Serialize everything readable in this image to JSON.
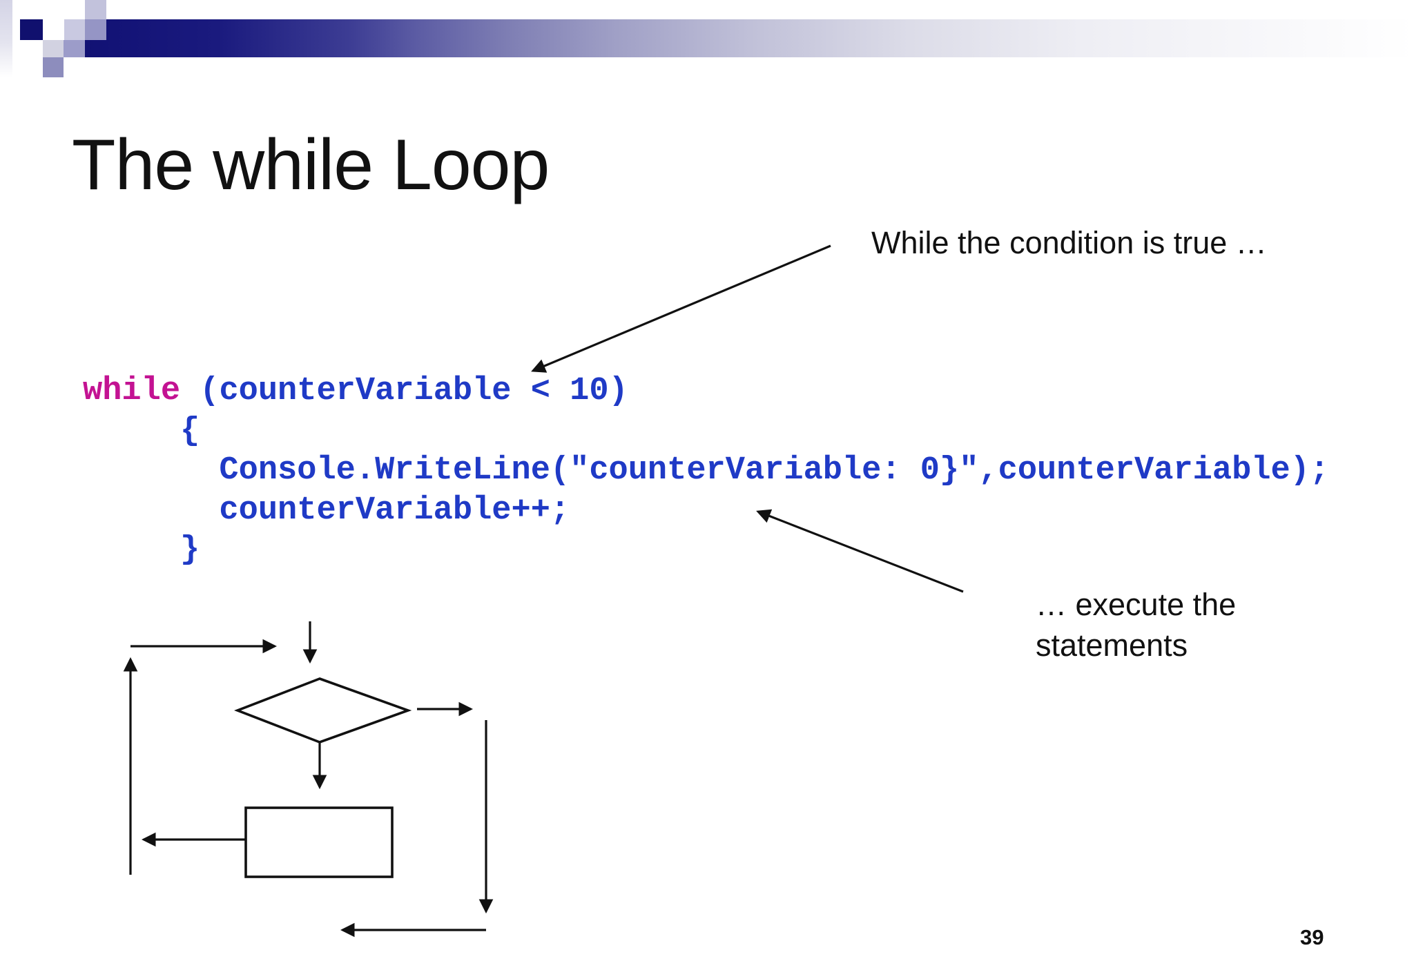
{
  "slide": {
    "title": "The while Loop",
    "page_number": "39"
  },
  "annotations": {
    "condition_note": "While the condition is true …",
    "execute_note_line1": "… execute the",
    "execute_note_line2": "statements"
  },
  "code": {
    "lines": [
      {
        "segments": [
          {
            "text": "while",
            "color": "keyword"
          },
          {
            "text": " (counterVariable < 10)",
            "color": "code"
          }
        ]
      },
      {
        "segments": [
          {
            "text": "     {",
            "color": "code"
          }
        ]
      },
      {
        "segments": [
          {
            "text": "       Console.WriteLine(\"counterVariable: 0}\",counterVariable);",
            "color": "code"
          }
        ]
      },
      {
        "segments": [
          {
            "text": "       counterVariable++;",
            "color": "code"
          }
        ]
      },
      {
        "segments": [
          {
            "text": "     }",
            "color": "code"
          }
        ]
      }
    ]
  },
  "colors": {
    "keyword": "#c31292",
    "code": "#1f3ac6",
    "text": "#111111",
    "header_navy": "#10106e",
    "ink": "#111111"
  }
}
